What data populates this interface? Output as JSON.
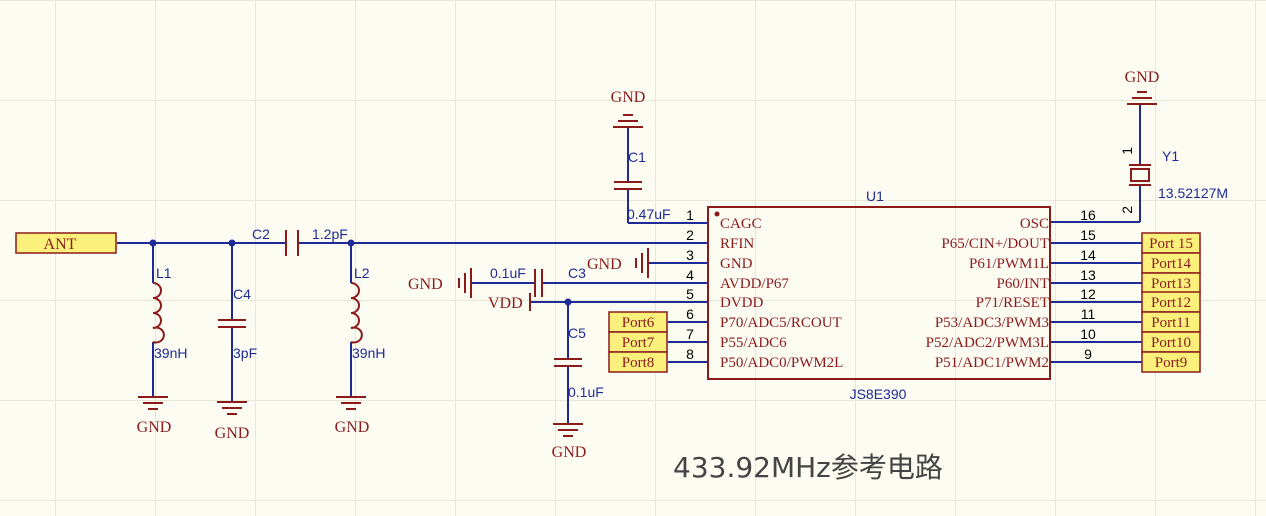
{
  "title": "433.92MHz参考电路",
  "ic": {
    "designator": "U1",
    "part": "JS8E390",
    "left_pins": [
      {
        "num": "1",
        "name": "CAGC"
      },
      {
        "num": "2",
        "name": "RFIN"
      },
      {
        "num": "3",
        "name": "GND"
      },
      {
        "num": "4",
        "name": "AVDD/P67"
      },
      {
        "num": "5",
        "name": "DVDD"
      },
      {
        "num": "6",
        "name": "P70/ADC5/RCOUT"
      },
      {
        "num": "7",
        "name": "P55/ADC6"
      },
      {
        "num": "8",
        "name": "P50/ADC0/PWM2L"
      }
    ],
    "right_pins": [
      {
        "num": "16",
        "name": "OSC"
      },
      {
        "num": "15",
        "name": "P65/CIN+/DOUT"
      },
      {
        "num": "14",
        "name": "P61/PWM1L"
      },
      {
        "num": "13",
        "name": "P60/INT"
      },
      {
        "num": "12",
        "name": "P71/RESET"
      },
      {
        "num": "11",
        "name": "P53/ADC3/PWM3"
      },
      {
        "num": "10",
        "name": "P52/ADC2/PWM3L"
      },
      {
        "num": "9",
        "name": "P51/ADC1/PWM2"
      }
    ]
  },
  "ports_right": [
    "Port 15",
    "Port14",
    "Port13",
    "Port12",
    "Port11",
    "Port10",
    "Port9"
  ],
  "ports_left": [
    "Port6",
    "Port7",
    "Port8"
  ],
  "antenna_port": "ANT",
  "components": {
    "c1": {
      "designator": "C1",
      "value": "0.47uF"
    },
    "c2": {
      "designator": "C2",
      "value": "1.2pF"
    },
    "c3": {
      "designator": "C3",
      "value": "0.1uF"
    },
    "c4": {
      "designator": "C4",
      "value": "3pF"
    },
    "c5": {
      "designator": "C5",
      "value": "0.1uF"
    },
    "l1": {
      "designator": "L1",
      "value": "39nH"
    },
    "l2": {
      "designator": "L2",
      "value": "39nH"
    },
    "y1": {
      "designator": "Y1",
      "value": "13.52127M",
      "pin1": "1",
      "pin2": "2"
    }
  },
  "nets": {
    "gnd": "GND",
    "vdd": "VDD"
  },
  "colors": {
    "wire": "#1e2b96",
    "component": "#8b1a1a",
    "port_fill": "#fcf07c",
    "background": "#fdfcf3"
  }
}
